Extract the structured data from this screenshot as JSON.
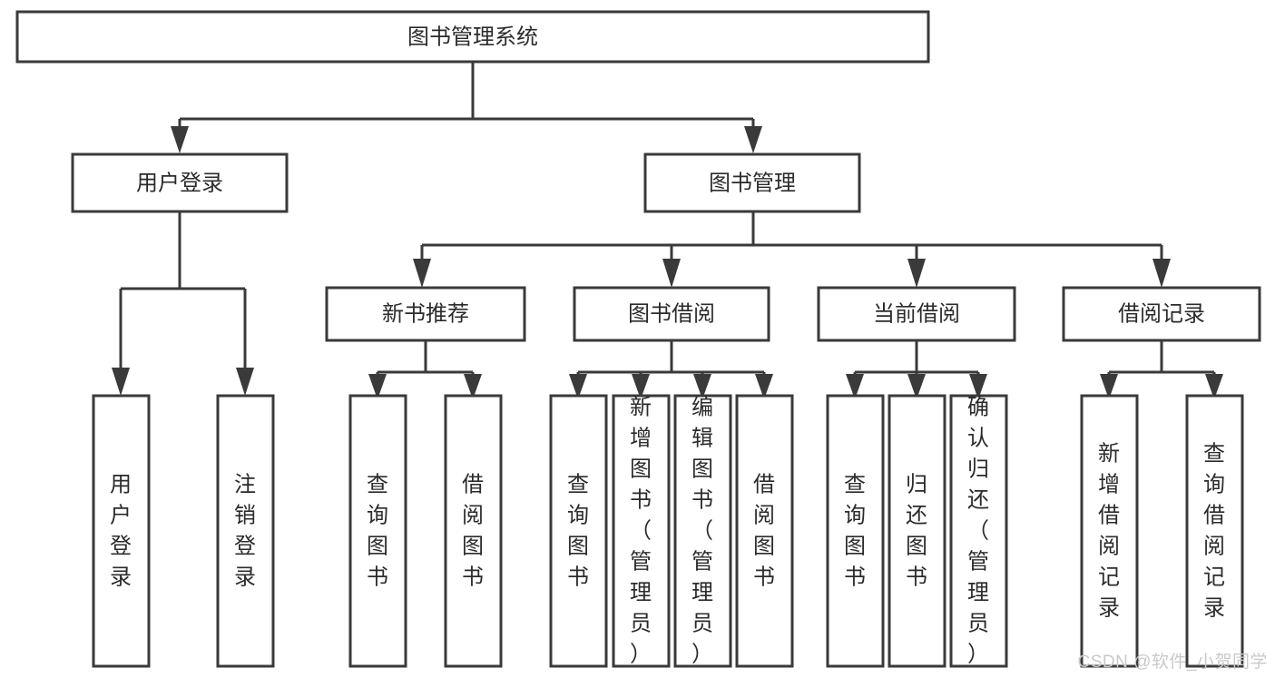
{
  "diagram": {
    "title": "图书管理系统",
    "watermark": "CSDN @软件_小贺同学",
    "colors": {
      "stroke": "#3a3a3a",
      "fill": "#ffffff",
      "text": "#2b2b2b",
      "watermark": "#c9c9c9",
      "background": "#ffffff"
    },
    "root": {
      "label": "图书管理系统"
    },
    "level2": [
      {
        "label": "用户登录"
      },
      {
        "label": "图书管理"
      }
    ],
    "level3": [
      {
        "label": "新书推荐"
      },
      {
        "label": "图书借阅"
      },
      {
        "label": "当前借阅"
      },
      {
        "label": "借阅记录"
      }
    ],
    "leaves": {
      "user_login": [
        {
          "label": "用户登录"
        },
        {
          "label": "注销登录"
        }
      ],
      "new_book_recommend": [
        {
          "label": "查询图书"
        },
        {
          "label": "借阅图书"
        }
      ],
      "book_borrow": [
        {
          "label": "查询图书"
        },
        {
          "label": "新增图书（管理员）"
        },
        {
          "label": "编辑图书（管理员）"
        },
        {
          "label": "借阅图书"
        }
      ],
      "current_borrow": [
        {
          "label": "查询图书"
        },
        {
          "label": "归还图书"
        },
        {
          "label": "确认归还（管理员）"
        }
      ],
      "borrow_record": [
        {
          "label": "新增借阅记录"
        },
        {
          "label": "查询借阅记录"
        }
      ]
    }
  },
  "chart_data": {
    "type": "tree-diagram",
    "title": "图书管理系统",
    "nodes": [
      {
        "id": "root",
        "label": "图书管理系统",
        "level": 1,
        "parent": null
      },
      {
        "id": "n2a",
        "label": "用户登录",
        "level": 2,
        "parent": "root"
      },
      {
        "id": "n2b",
        "label": "图书管理",
        "level": 2,
        "parent": "root"
      },
      {
        "id": "n3a",
        "label": "新书推荐",
        "level": 3,
        "parent": "n2b"
      },
      {
        "id": "n3b",
        "label": "图书借阅",
        "level": 3,
        "parent": "n2b"
      },
      {
        "id": "n3c",
        "label": "当前借阅",
        "level": 3,
        "parent": "n2b"
      },
      {
        "id": "n3d",
        "label": "借阅记录",
        "level": 3,
        "parent": "n2b"
      },
      {
        "id": "l1",
        "label": "用户登录",
        "level": 4,
        "parent": "n2a"
      },
      {
        "id": "l2",
        "label": "注销登录",
        "level": 4,
        "parent": "n2a"
      },
      {
        "id": "l3",
        "label": "查询图书",
        "level": 4,
        "parent": "n3a"
      },
      {
        "id": "l4",
        "label": "借阅图书",
        "level": 4,
        "parent": "n3a"
      },
      {
        "id": "l5",
        "label": "查询图书",
        "level": 4,
        "parent": "n3b"
      },
      {
        "id": "l6",
        "label": "新增图书（管理员）",
        "level": 4,
        "parent": "n3b"
      },
      {
        "id": "l7",
        "label": "编辑图书（管理员）",
        "level": 4,
        "parent": "n3b"
      },
      {
        "id": "l8",
        "label": "借阅图书",
        "level": 4,
        "parent": "n3b"
      },
      {
        "id": "l9",
        "label": "查询图书",
        "level": 4,
        "parent": "n3c"
      },
      {
        "id": "l10",
        "label": "归还图书",
        "level": 4,
        "parent": "n3c"
      },
      {
        "id": "l11",
        "label": "确认归还（管理员）",
        "level": 4,
        "parent": "n3c"
      },
      {
        "id": "l12",
        "label": "新增借阅记录",
        "level": 4,
        "parent": "n3d"
      },
      {
        "id": "l13",
        "label": "查询借阅记录",
        "level": 4,
        "parent": "n3d"
      }
    ]
  }
}
